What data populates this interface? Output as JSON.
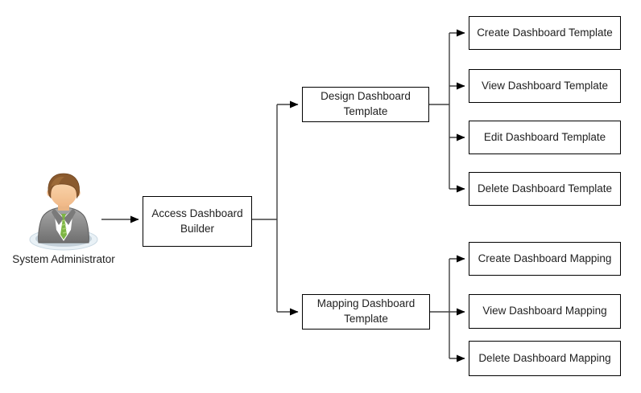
{
  "diagram": {
    "actor": {
      "label": "System Administrator",
      "icon": "system-administrator-icon"
    },
    "root": {
      "label": "Access Dashboard Builder"
    },
    "branches": [
      {
        "node": {
          "label": "Design Dashboard Template"
        },
        "children": [
          {
            "label": "Create Dashboard Template"
          },
          {
            "label": "View Dashboard Template"
          },
          {
            "label": "Edit Dashboard Template"
          },
          {
            "label": "Delete Dashboard Template"
          }
        ]
      },
      {
        "node": {
          "label": "Mapping Dashboard Template"
        },
        "children": [
          {
            "label": "Create Dashboard Mapping"
          },
          {
            "label": "View Dashboard Mapping"
          },
          {
            "label": "Delete Dashboard Mapping"
          }
        ]
      }
    ],
    "colors": {
      "background": "#ffffff",
      "box_border": "#000000",
      "box_fill": "#ffffff",
      "text": "#1f1f1f",
      "connector": "#404040",
      "arrowhead": "#000000",
      "icon_suit": "#8f8f8f",
      "icon_shirt": "#ffffff",
      "icon_tie_green": "#7db544",
      "icon_skin": "#f6c79b",
      "icon_hair_brown": "#8a5a2e",
      "icon_base_blue": "#dce8f0"
    }
  }
}
